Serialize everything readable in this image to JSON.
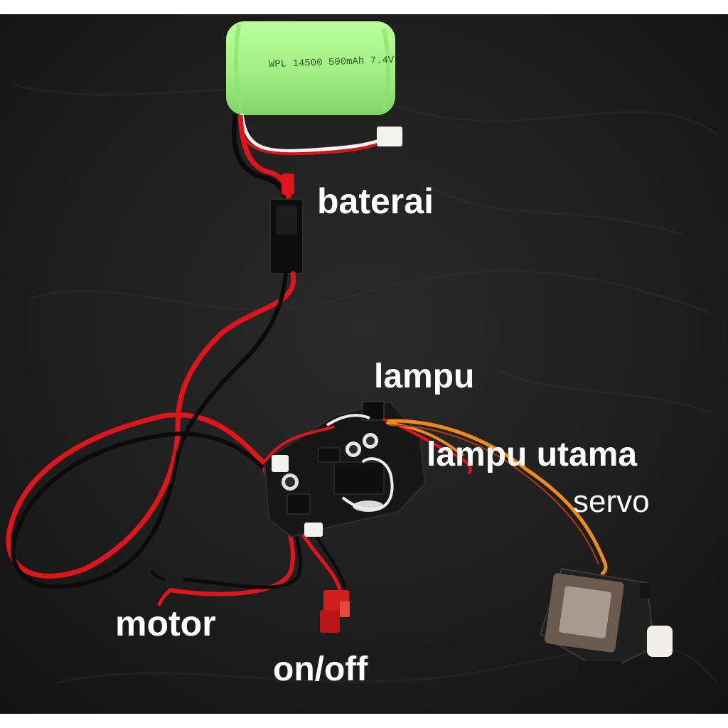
{
  "battery": {
    "print": "WPL 14500 500mAh 7.4V",
    "color": "#a7f28a"
  },
  "labels": {
    "battery": "baterai",
    "lamp": "lampu",
    "main_lamp": "lampu utama",
    "servo": "servo",
    "motor": "motor",
    "switch": "on/off"
  },
  "colors": {
    "background": "#1c1c1c",
    "wire_red": "#e0141b",
    "wire_black": "#0b0b0b",
    "wire_orange": "#f08a1c",
    "pcb": "#1a1a1a"
  }
}
